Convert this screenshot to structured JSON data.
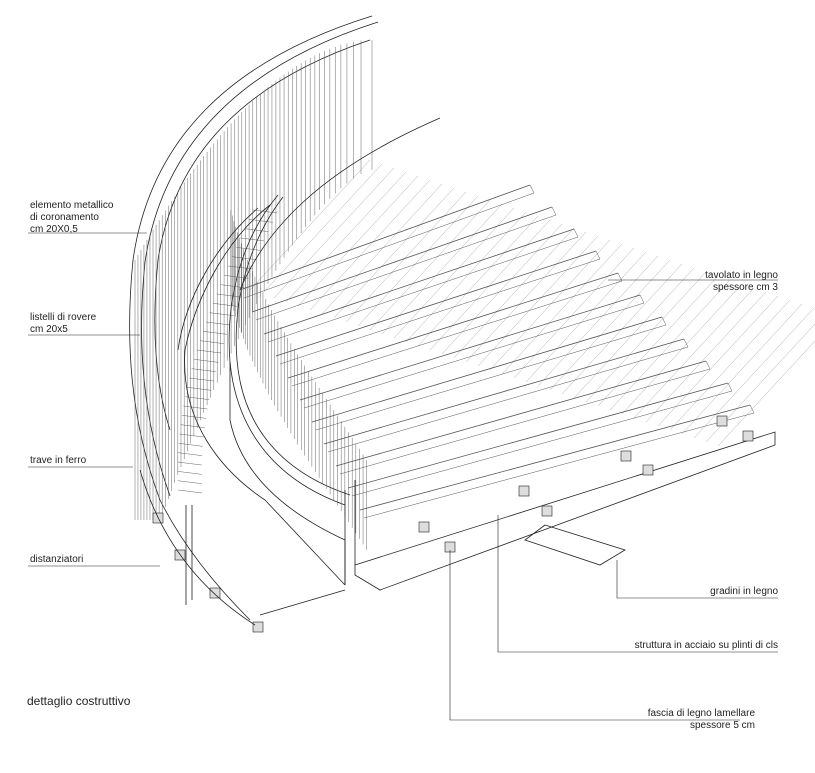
{
  "caption": "dettaglio costruttivo",
  "labels": {
    "coronamento": [
      "elemento metallico",
      "di coronamento",
      "cm 20X0,5"
    ],
    "listelli": [
      "listelli di rovere",
      "cm 20x5"
    ],
    "trave": [
      "trave  in ferro"
    ],
    "distanziatori": [
      "distanziatori"
    ],
    "tavolato": [
      "tavolato in legno",
      "spessore cm 3"
    ],
    "gradini": [
      "gradini in legno"
    ],
    "struttura": [
      "struttura in acciaio su plinti di cls"
    ],
    "fascia": [
      "fascia di legno lamellare",
      "spessore 5 cm"
    ]
  },
  "colors": {
    "line": "#222222",
    "hatch": "#555555",
    "background": "#ffffff"
  }
}
